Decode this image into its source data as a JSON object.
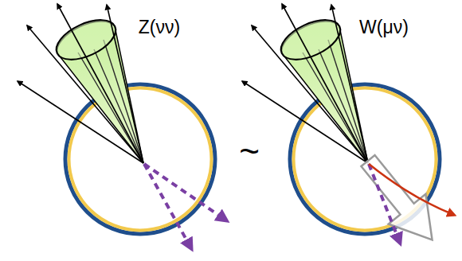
{
  "diagram": {
    "labels": [
      "Z(νν)",
      "~",
      "W(μν)"
    ]
  }
}
